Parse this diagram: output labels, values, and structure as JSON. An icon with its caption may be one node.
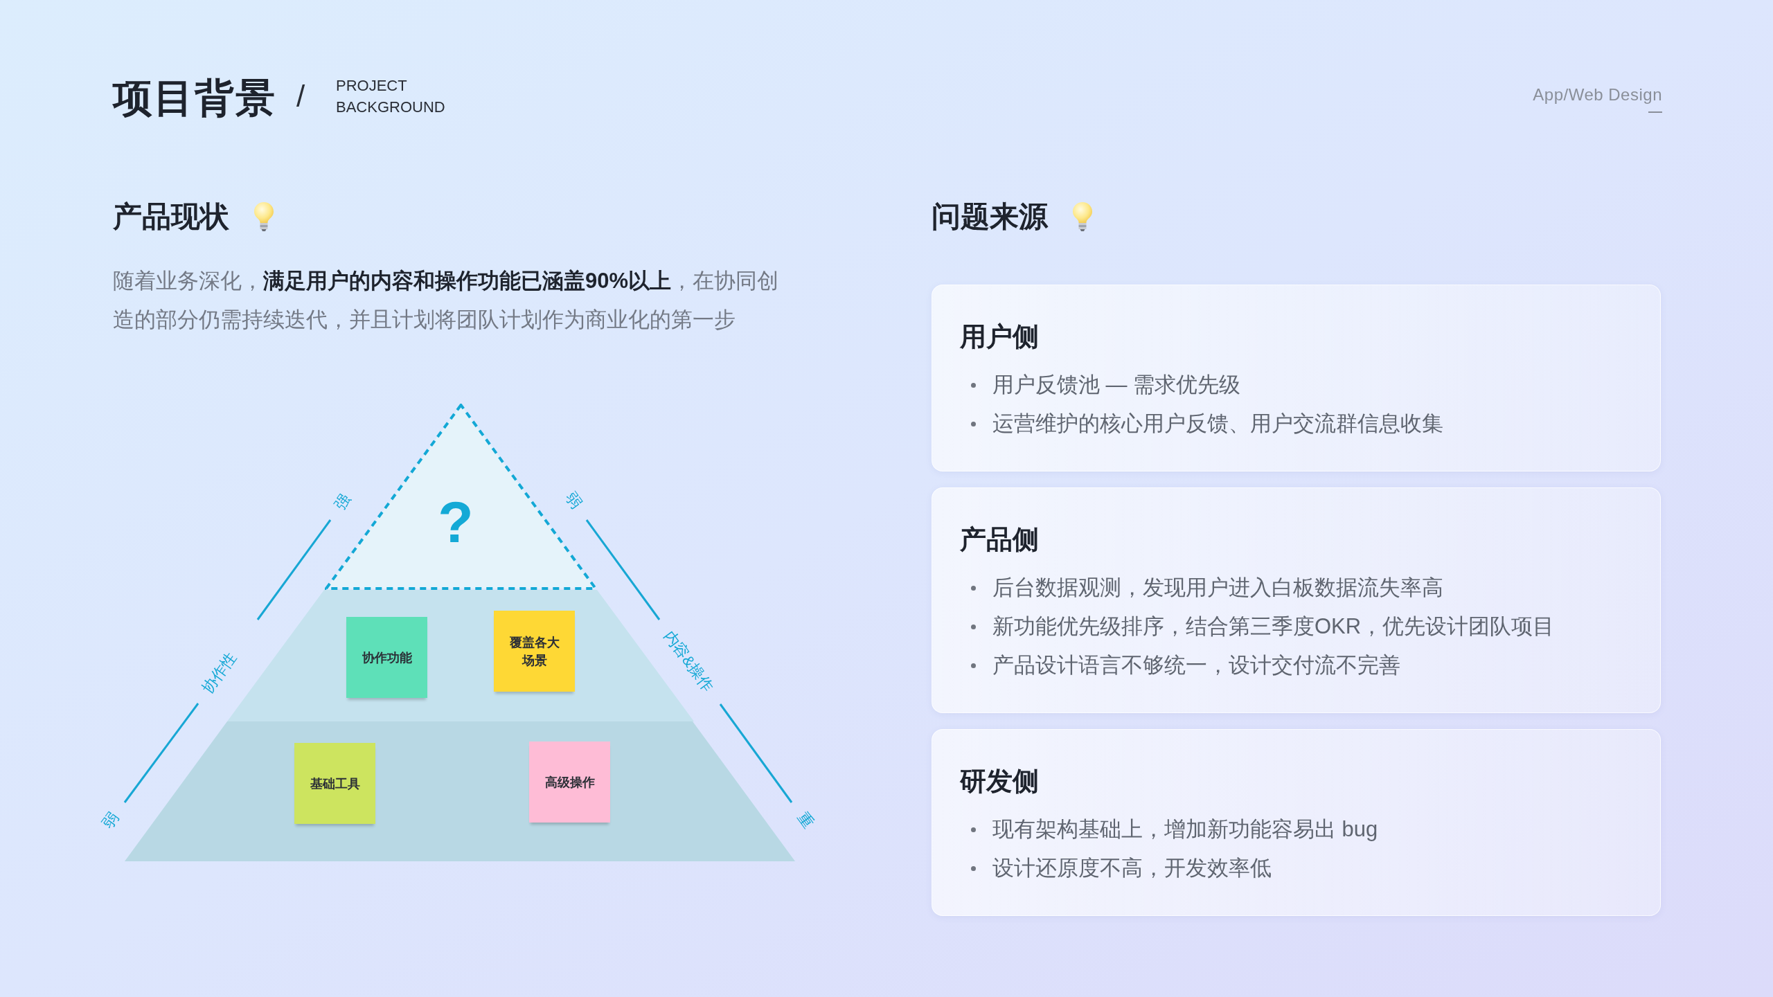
{
  "diagram": {
    "title": "项目背景",
    "nodes": [
      {
        "text": [
          "?"
        ]
      },
      {
        "text": [],
        "shape": "trapezoid"
      },
      {
        "text": [
          "协作功能"
        ],
        "in": 1
      },
      {
        "text": [
          "覆盖各大场景"
        ],
        "in": 1
      },
      {
        "text": [],
        "shape": "trapezoid"
      },
      {
        "text": [
          "基础工具"
        ],
        "in": 4
      },
      {
        "text": [
          "高级操作"
        ],
        "in": 4
      },
      {
        "text": [
          "用户侧",
          "用户反馈池 — 需求优先级",
          "运营维护的核心用户反馈、用户交流群信息收集"
        ]
      },
      {
        "text": [
          "产品侧",
          "后台数据观测，发现用户进入白板数据流失率高",
          "新功能优先级排序，结合第三季度OKR，优先设计团队项目",
          "产品设计语言不够统一，设计交付流不完善"
        ]
      },
      {
        "text": [
          "研发侧",
          "现有架构基础上，增加新功能容易出 bug",
          "设计还原度不高，开发效率低"
        ]
      }
    ],
    "labels": [
      "/",
      "PROJECT BACKGROUND",
      "App/Web Design",
      "产品现状",
      "随着业务深化，**满足用户的内容和操作功能已涵盖90%以上**，在协同创造的部分仍需持续迭代，并且计划将团队计划作为商业化的第一步",
      "强",
      "协作性",
      "弱",
      "弱",
      "内容&操作",
      "重",
      "问题来源"
    ]
  }
}
